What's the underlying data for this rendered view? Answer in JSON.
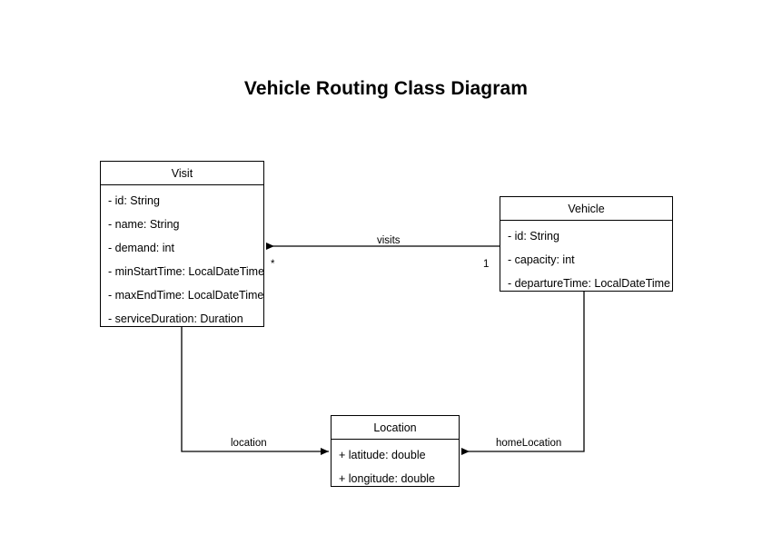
{
  "diagram": {
    "title": "Vehicle Routing Class Diagram",
    "type": "uml-class-diagram",
    "background_color": "#ffffff",
    "line_color": "#000000",
    "text_color": "#000000",
    "classes": [
      {
        "id": "visit",
        "name": "Visit",
        "attributes": [
          "- id: String",
          "- name: String",
          "- demand: int",
          "- minStartTime: LocalDateTime",
          "- maxEndTime: LocalDateTime",
          "- serviceDuration: Duration"
        ]
      },
      {
        "id": "vehicle",
        "name": "Vehicle",
        "attributes": [
          "- id: String",
          "- capacity: int",
          "- departureTime: LocalDateTime"
        ]
      },
      {
        "id": "location",
        "name": "Location",
        "attributes": [
          "+ latitude: double",
          "+ longitude: double"
        ]
      }
    ],
    "relationships": [
      {
        "id": "visits",
        "label": "visits",
        "from": "Vehicle",
        "to": "Visit",
        "source_multiplicity": "1",
        "target_multiplicity": "*"
      },
      {
        "id": "location",
        "label": "location",
        "from": "Visit",
        "to": "Location",
        "source_multiplicity": "",
        "target_multiplicity": ""
      },
      {
        "id": "homeLocation",
        "label": "homeLocation",
        "from": "Vehicle",
        "to": "Location",
        "source_multiplicity": "",
        "target_multiplicity": ""
      }
    ]
  }
}
